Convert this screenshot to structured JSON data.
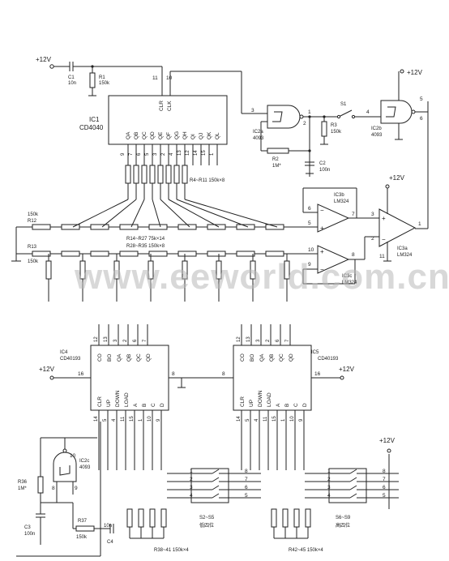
{
  "watermark": "www.eeworld.com.cn",
  "supply": "+12V",
  "ics": {
    "ic1": {
      "ref": "IC1",
      "part": "CD4040",
      "pins_top": [
        "CLK",
        "CLR"
      ],
      "pin_nums_top": [
        "11",
        "10"
      ],
      "outputs": [
        "QA",
        "QB",
        "QC",
        "QD",
        "QE",
        "QF",
        "QG",
        "QH",
        "QI",
        "QJ",
        "QK",
        "QL"
      ],
      "out_nums": [
        "9",
        "7",
        "6",
        "5",
        "3",
        "2",
        "4",
        "13",
        "12",
        "14",
        "15",
        "1"
      ]
    },
    "ic2a": {
      "ref": "IC2a",
      "part": "4093",
      "pins": [
        "3",
        "1",
        "2"
      ]
    },
    "ic2b": {
      "ref": "IC2b",
      "part": "4093",
      "pins": [
        "5",
        "6",
        "4"
      ]
    },
    "ic2c": {
      "ref": "IC2c",
      "part": "4093",
      "pins": [
        "9",
        "8",
        "10"
      ]
    },
    "ic3a": {
      "ref": "IC3a",
      "part": "LM324",
      "pins": [
        "1",
        "2",
        "3",
        "11"
      ]
    },
    "ic3b": {
      "ref": "IC3b",
      "part": "LM324",
      "pins": [
        "5",
        "6",
        "7"
      ]
    },
    "ic3c": {
      "ref": "IC3c",
      "part": "LM324",
      "pins": [
        "9",
        "10",
        "8"
      ]
    },
    "ic4": {
      "ref": "IC4",
      "part": "CD40193",
      "top": [
        "CO",
        "BO",
        "QA",
        "QB",
        "QC",
        "QD"
      ],
      "top_nums": [
        "12",
        "13",
        "3",
        "2",
        "6",
        "7"
      ],
      "bottom": [
        "CLR",
        "UP",
        "DOWN",
        "LOAD",
        "A",
        "B",
        "C",
        "D"
      ],
      "bottom_nums": [
        "14",
        "5",
        "4",
        "11",
        "15",
        "1",
        "10",
        "9"
      ],
      "left_num": "16",
      "right_num": "8"
    },
    "ic5": {
      "ref": "IC5",
      "part": "CD40193",
      "top": [
        "CO",
        "BO",
        "QA",
        "QB",
        "QC",
        "QD"
      ],
      "top_nums": [
        "12",
        "13",
        "3",
        "2",
        "6",
        "7"
      ],
      "bottom": [
        "CLR",
        "UP",
        "DOWN",
        "LOAD",
        "A",
        "B",
        "C",
        "D"
      ],
      "bottom_nums": [
        "14",
        "5",
        "4",
        "11",
        "15",
        "1",
        "10",
        "9"
      ],
      "left_num": "8",
      "right_num": "16"
    }
  },
  "components": {
    "c1": {
      "ref": "C1",
      "value": "10n"
    },
    "r1": {
      "ref": "R1",
      "value": "150k"
    },
    "r2": {
      "ref": "R2",
      "value": "1M*"
    },
    "r3": {
      "ref": "R3",
      "value": "150k"
    },
    "c2": {
      "ref": "C2",
      "value": "100n"
    },
    "s1": {
      "ref": "S1"
    },
    "r12": {
      "ref": "R12",
      "value": "150k"
    },
    "r13": {
      "ref": "R13",
      "value": "150k"
    },
    "r36": {
      "ref": "R36",
      "value": "1M*"
    },
    "r37": {
      "ref": "R37",
      "value": "150k"
    },
    "c3": {
      "ref": "C3",
      "value": "100n"
    },
    "c4": {
      "ref": "C4",
      "value": "10n"
    }
  },
  "networks": {
    "r4_r11": "R4~R11  150k×8",
    "r14_r27": "R14~R27  75k×14",
    "r28_r35": "R28~R35  150k×8",
    "r38_41": "R38~41  150k×4",
    "r42_45": "R42~45  150k×4"
  },
  "switches": {
    "s2_s5": {
      "ref": "S2~S5",
      "desc": "低四位",
      "pins_left": [
        "1",
        "2",
        "3",
        "4"
      ],
      "pins_right": [
        "8",
        "7",
        "6",
        "5"
      ]
    },
    "s6_s9": {
      "ref": "S6~S9",
      "desc": "高四位",
      "pins_left": [
        "1",
        "2",
        "3",
        "4"
      ],
      "pins_right": [
        "8",
        "7",
        "6",
        "5"
      ]
    }
  }
}
